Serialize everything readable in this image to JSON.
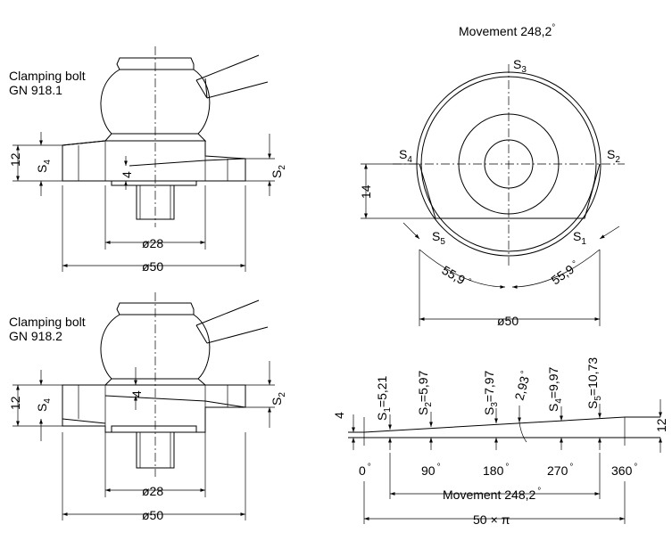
{
  "top_left": {
    "title_line1": "Clamping bolt",
    "title_line2": "GN 918.1",
    "dim_12": "12",
    "dim_4": "4",
    "label_s4": "S",
    "label_s4_sub": "4",
    "label_s2": "S",
    "label_s2_sub": "2",
    "dia_28": "ø28",
    "dia_50": "ø50"
  },
  "bottom_left": {
    "title_line1": "Clamping bolt",
    "title_line2": "GN 918.2",
    "dim_12": "12",
    "dim_4": "4",
    "label_s4": "S",
    "label_s4_sub": "4",
    "label_s2": "S",
    "label_s2_sub": "2",
    "dia_28": "ø28",
    "dia_50": "ø50"
  },
  "top_view": {
    "movement": "Movement  248,2",
    "deg": "°",
    "s3": "S",
    "s3_sub": "3",
    "s4": "S",
    "s4_sub": "4",
    "s2": "S",
    "s2_sub": "2",
    "s5": "S",
    "s5_sub": "5",
    "s1": "S",
    "s1_sub": "1",
    "dim_14": "14",
    "angle_left": "55,9",
    "angle_right": "55,9",
    "dia_50": "ø50"
  },
  "development": {
    "dim_4": "4",
    "dim_12": "12",
    "s1": "S",
    "s1_sub": "1",
    "s1_val": "=5,21",
    "s2": "S",
    "s2_sub": "2",
    "s2_val": "=5,97",
    "s3": "S",
    "s3_sub": "3",
    "s3_val": "=7,97",
    "angle_293": "2,93",
    "s4": "S",
    "s4_sub": "4",
    "s4_val": "=9,97",
    "s5": "S",
    "s5_sub": "5",
    "s5_val": "=10,73",
    "deg0": "0",
    "deg90": "90",
    "deg180": "180",
    "deg270": "270",
    "deg360": "360",
    "degsym": "°",
    "movement": "Movement 248,2",
    "fifty": "50",
    "times": "×",
    "pi": "π"
  }
}
